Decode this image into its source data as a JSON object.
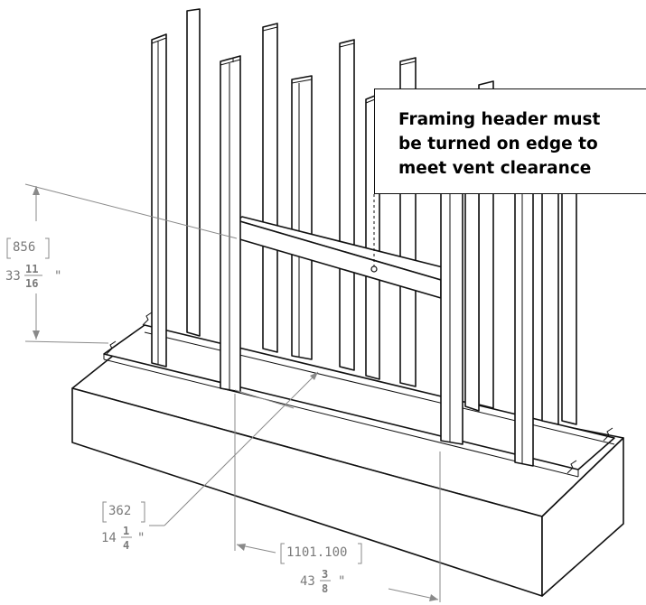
{
  "callout": {
    "lines": [
      "Framing header must",
      "be turned on edge to",
      "meet vent clearance"
    ]
  },
  "dimensions": {
    "height": {
      "metric": "856",
      "whole": "33",
      "num": "11",
      "den": "16",
      "unit": "\""
    },
    "depth": {
      "metric": "362",
      "whole": "14",
      "num": "1",
      "den": "4",
      "unit": "\""
    },
    "width": {
      "metric": "1101.100",
      "whole": "43",
      "num": "3",
      "den": "8",
      "unit": "\""
    }
  }
}
